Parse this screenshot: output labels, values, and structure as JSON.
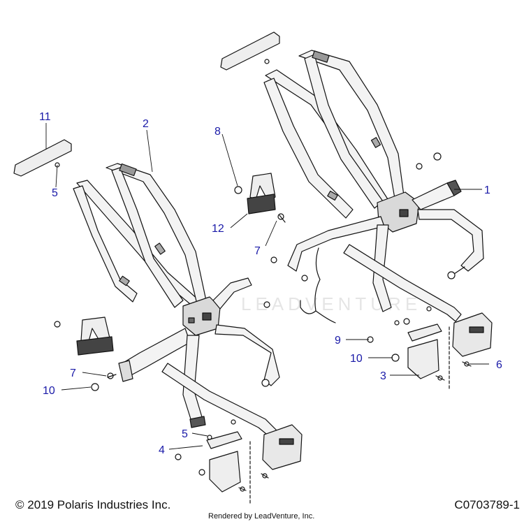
{
  "callouts": [
    {
      "number": "1"
    },
    {
      "number": "2"
    },
    {
      "number": "3"
    },
    {
      "number": "4"
    },
    {
      "number": "5"
    },
    {
      "number": "5"
    },
    {
      "number": "6"
    },
    {
      "number": "7"
    },
    {
      "number": "7"
    },
    {
      "number": "8"
    },
    {
      "number": "9"
    },
    {
      "number": "10"
    },
    {
      "number": "10"
    },
    {
      "number": "11"
    },
    {
      "number": "12"
    }
  ],
  "footer": {
    "copyright": "© 2019 Polaris Industries Inc.",
    "rendered_by": "Rendered by LeadVenture, Inc.",
    "diagram_id": "C0703789-1"
  },
  "watermark": {
    "text": "LEADVENTURE"
  },
  "colors": {
    "callout_text": "#1a1aa8",
    "line_art": "#111111",
    "strap_fill": "#f3f3f3",
    "dark_part": "#555555"
  }
}
